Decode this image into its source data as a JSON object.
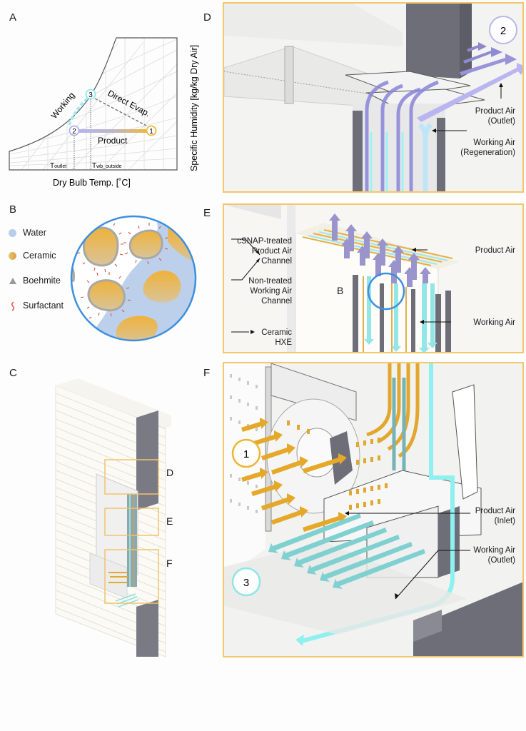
{
  "panels": {
    "A": {
      "letter": "A",
      "xlabel": "Dry Bulb Temp. [˚C]",
      "ylabel": "Specific Humidity [kg/kg Dry Air]",
      "curve_label": "Working",
      "direct_label": "Direct Evap.",
      "product_label": "Product",
      "t_outlet_main": "T",
      "t_outlet_sub": "outlet",
      "t_wb_main": "T",
      "t_wb_sub": "wb_outside",
      "points": [
        {
          "id": "1",
          "color": "#f0b840"
        },
        {
          "id": "2",
          "color": "#b0b0ee"
        },
        {
          "id": "3",
          "color": "#8ee8ee"
        }
      ]
    },
    "B": {
      "letter": "B",
      "legend": [
        {
          "label": "Water",
          "icon": "water-dot-icon",
          "color": "#b8cdea"
        },
        {
          "label": "Ceramic",
          "icon": "ceramic-dot-icon",
          "color": "#e3b04b"
        },
        {
          "label": "Boehmite",
          "icon": "boehmite-triangle-icon",
          "color": "#9a9a9a"
        },
        {
          "label": "Surfactant",
          "icon": "surfactant-squiggle-icon",
          "color": "#e0483a"
        }
      ],
      "ring_color": "#3d8fe0"
    },
    "C": {
      "letter": "C",
      "callouts": [
        "D",
        "E",
        "F"
      ]
    },
    "D": {
      "letter": "D",
      "stage": "2",
      "stage_color": "#b7b8ee",
      "labels": {
        "product_air": [
          "Product Air",
          "(Outlet)"
        ],
        "working_air": [
          "Working Air",
          "(Regeneration)"
        ]
      }
    },
    "E": {
      "letter": "E",
      "inset_letter": "B",
      "labels": {
        "cSNAP": [
          "cSNAP-treated",
          "Product Air",
          "Channel"
        ],
        "nontreated": [
          "Non-treated",
          "Working Air",
          "Channel"
        ],
        "ceramic": [
          "Ceramic",
          "HXE"
        ],
        "product_air": "Product Air",
        "working_air": "Working Air"
      }
    },
    "F": {
      "letter": "F",
      "stage1": "1",
      "stage3": "3",
      "stage1_color": "#eeb634",
      "stage3_color": "#8fe6e6",
      "labels": {
        "product_inlet": [
          "Product Air",
          "(Inlet)"
        ],
        "working_outlet": [
          "Working Air",
          "(Outlet)"
        ]
      }
    }
  },
  "colors": {
    "panel_border": "#f2c86a",
    "product_air": "#a9a6e8",
    "working_air": "#8ff0f0",
    "inlet_air": "#e5a829",
    "wall_dark": "#73737e"
  }
}
